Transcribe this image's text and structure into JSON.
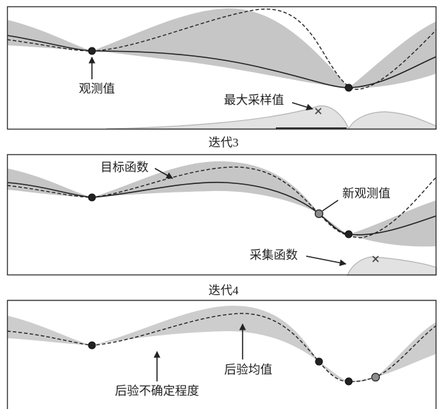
{
  "colors": {
    "band": "#c6c6c6",
    "band_light": "#cdcdcd",
    "acquisition_fill": "#e2e2e2",
    "acquisition_stroke": "#b3b3b3",
    "line": "#222222",
    "new_point": "#8c8c8c"
  },
  "panel1": {
    "observation_label": "观测值",
    "max_sample_label": "最大采样值"
  },
  "caption1": "迭代3",
  "panel2": {
    "objective_label": "目标函数",
    "new_observation_label": "新观测值",
    "acquisition_label": "采集函数"
  },
  "caption2": "迭代4",
  "panel3": {
    "posterior_mean_label": "后验均值",
    "posterior_uncertainty_label": "后验不确定程度"
  }
}
